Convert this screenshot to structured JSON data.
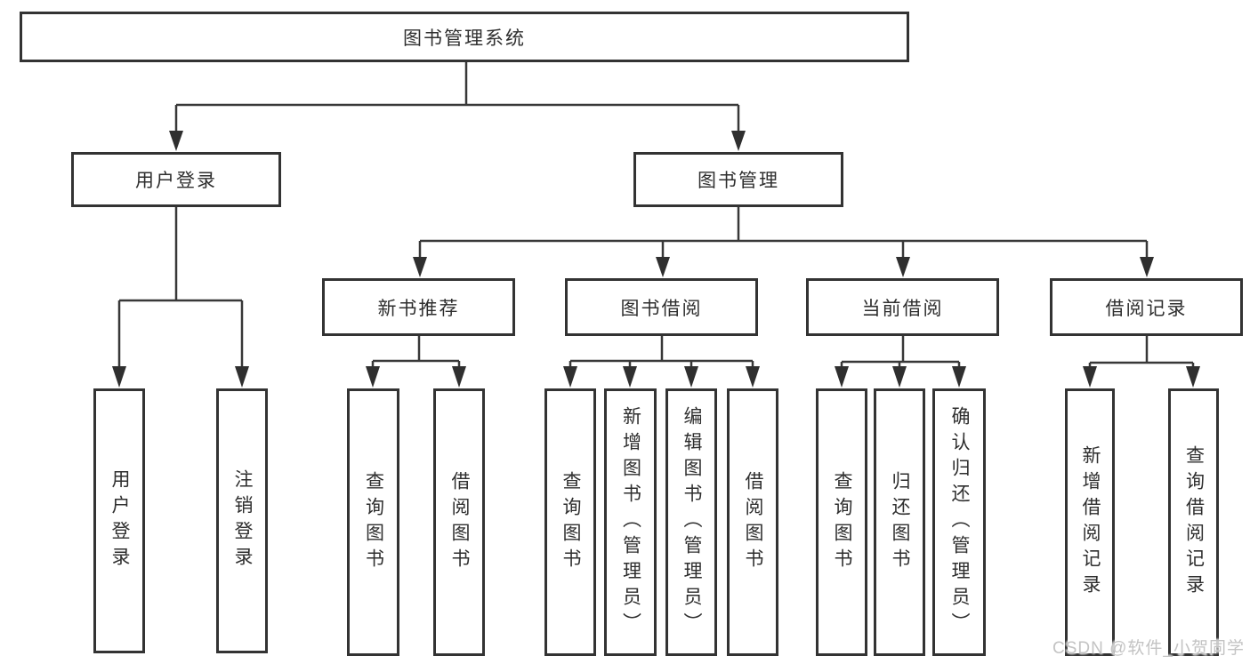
{
  "tree": {
    "root": "图书管理系统",
    "branches": [
      {
        "label": "用户登录",
        "children": [
          "用户登录",
          "注销登录"
        ]
      },
      {
        "label": "图书管理",
        "children": [
          {
            "label": "新书推荐",
            "children": [
              "查询图书",
              "借阅图书"
            ]
          },
          {
            "label": "图书借阅",
            "children": [
              "查询图书",
              "新增图书（管理员）",
              "编辑图书（管理员）",
              "借阅图书"
            ]
          },
          {
            "label": "当前借阅",
            "children": [
              "查询图书",
              "归还图书",
              "确认归还（管理员）"
            ]
          },
          {
            "label": "借阅记录",
            "children": [
              "新增借阅记录",
              "查询借阅记录"
            ]
          }
        ]
      }
    ]
  },
  "watermark": "CSDN @软件_小贺同学",
  "colors": {
    "line": "#383838",
    "border": "#333333",
    "text": "#2e2e2e",
    "background": "#ffffff",
    "watermark": "#c3c3c3"
  }
}
